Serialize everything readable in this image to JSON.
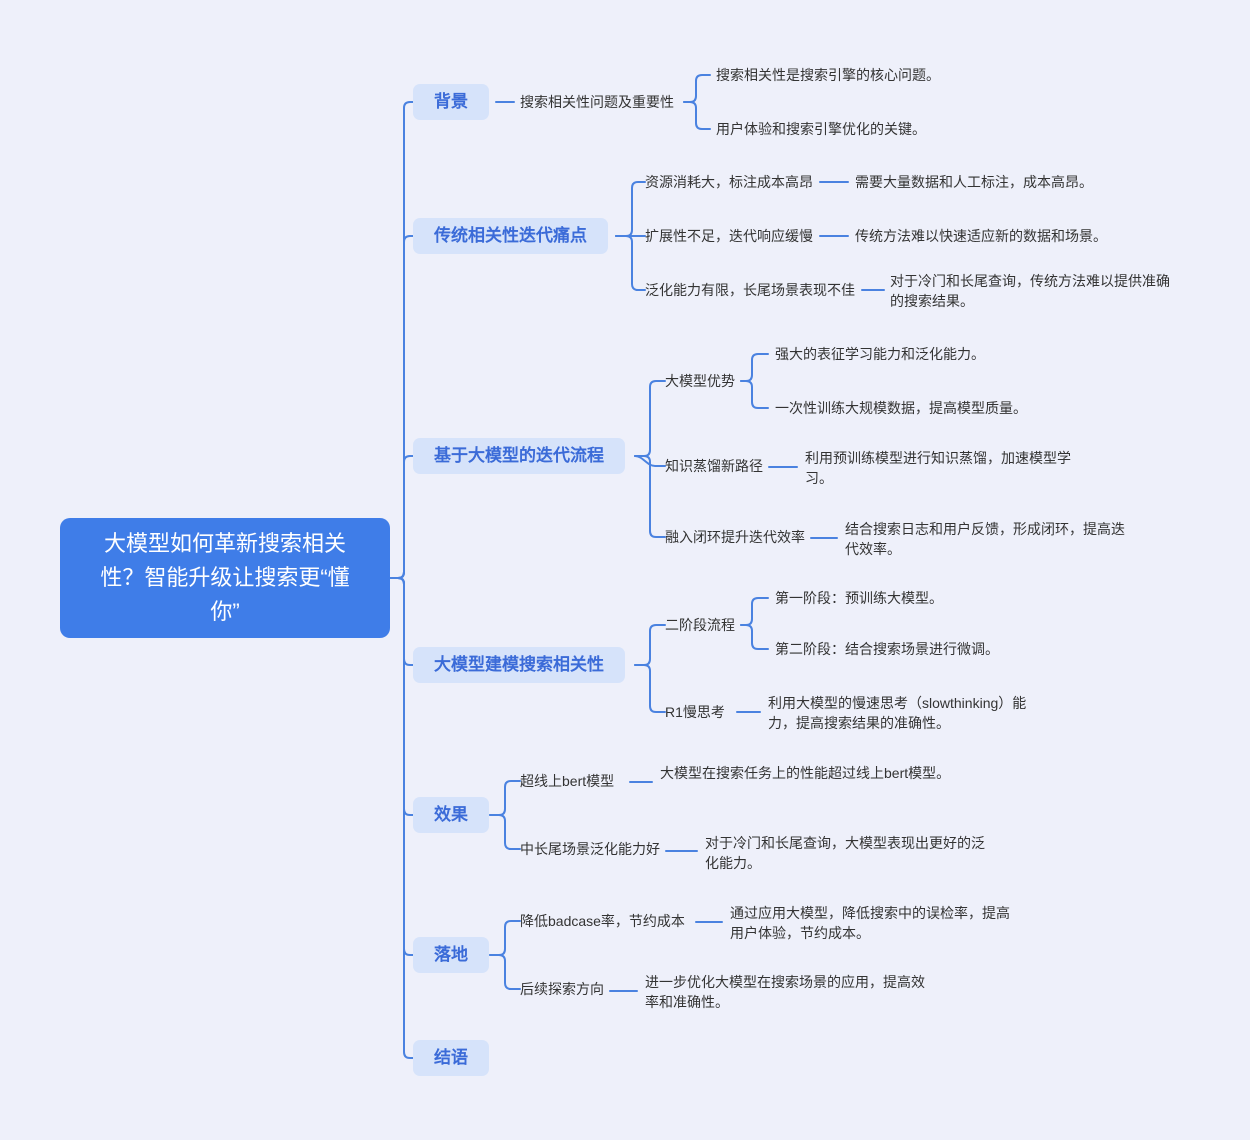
{
  "root": {
    "label": "大模型如何革新搜索相关性？智能升级让搜索更“懂你”"
  },
  "branches": [
    {
      "label": "背景",
      "children": [
        {
          "label": "搜索相关性问题及重要性",
          "children": [
            {
              "label": "搜索相关性是搜索引擎的核心问题。"
            },
            {
              "label": "用户体验和搜索引擎优化的关键。"
            }
          ]
        }
      ]
    },
    {
      "label": "传统相关性迭代痛点",
      "children": [
        {
          "label": "资源消耗大，标注成本高昂",
          "children": [
            {
              "label": "需要大量数据和人工标注，成本高昂。"
            }
          ]
        },
        {
          "label": "扩展性不足，迭代响应缓慢",
          "children": [
            {
              "label": "传统方法难以快速适应新的数据和场景。"
            }
          ]
        },
        {
          "label": "泛化能力有限，长尾场景表现不佳",
          "children": [
            {
              "label": "对于冷门和长尾查询，传统方法难以提供准确的搜索结果。"
            }
          ]
        }
      ]
    },
    {
      "label": "基于大模型的迭代流程",
      "children": [
        {
          "label": "大模型优势",
          "children": [
            {
              "label": "强大的表征学习能力和泛化能力。"
            },
            {
              "label": "一次性训练大规模数据，提高模型质量。"
            }
          ]
        },
        {
          "label": "知识蒸馏新路径",
          "children": [
            {
              "label": "利用预训练模型进行知识蒸馏，加速模型学习。"
            }
          ]
        },
        {
          "label": "融入闭环提升迭代效率",
          "children": [
            {
              "label": "结合搜索日志和用户反馈，形成闭环，提高迭代效率。"
            }
          ]
        }
      ]
    },
    {
      "label": "大模型建模搜索相关性",
      "children": [
        {
          "label": "二阶段流程",
          "children": [
            {
              "label": "第一阶段：预训练大模型。"
            },
            {
              "label": "第二阶段：结合搜索场景进行微调。"
            }
          ]
        },
        {
          "label": "R1慢思考",
          "children": [
            {
              "label": "利用大模型的慢速思考（slowthinking）能力，提高搜索结果的准确性。"
            }
          ]
        }
      ]
    },
    {
      "label": "效果",
      "children": [
        {
          "label": "超线上bert模型",
          "children": [
            {
              "label": "大模型在搜索任务上的性能超过线上bert模型。"
            }
          ]
        },
        {
          "label": "中长尾场景泛化能力好",
          "children": [
            {
              "label": "对于冷门和长尾查询，大模型表现出更好的泛化能力。"
            }
          ]
        }
      ]
    },
    {
      "label": "落地",
      "children": [
        {
          "label": "降低badcase率，节约成本",
          "children": [
            {
              "label": "通过应用大模型，降低搜索中的误检率，提高用户体验，节约成本。"
            }
          ]
        },
        {
          "label": "后续探索方向",
          "children": [
            {
              "label": "进一步优化大模型在搜索场景的应用，提高效率和准确性。"
            }
          ]
        }
      ]
    },
    {
      "label": "结语",
      "children": []
    }
  ],
  "colors": {
    "page_bg": "#eef0fa",
    "root_bg": "#3f7de8",
    "branch_bg": "#d6e3fa",
    "branch_text": "#3b6bd8",
    "line": "#4a82e0",
    "text": "#333333"
  }
}
